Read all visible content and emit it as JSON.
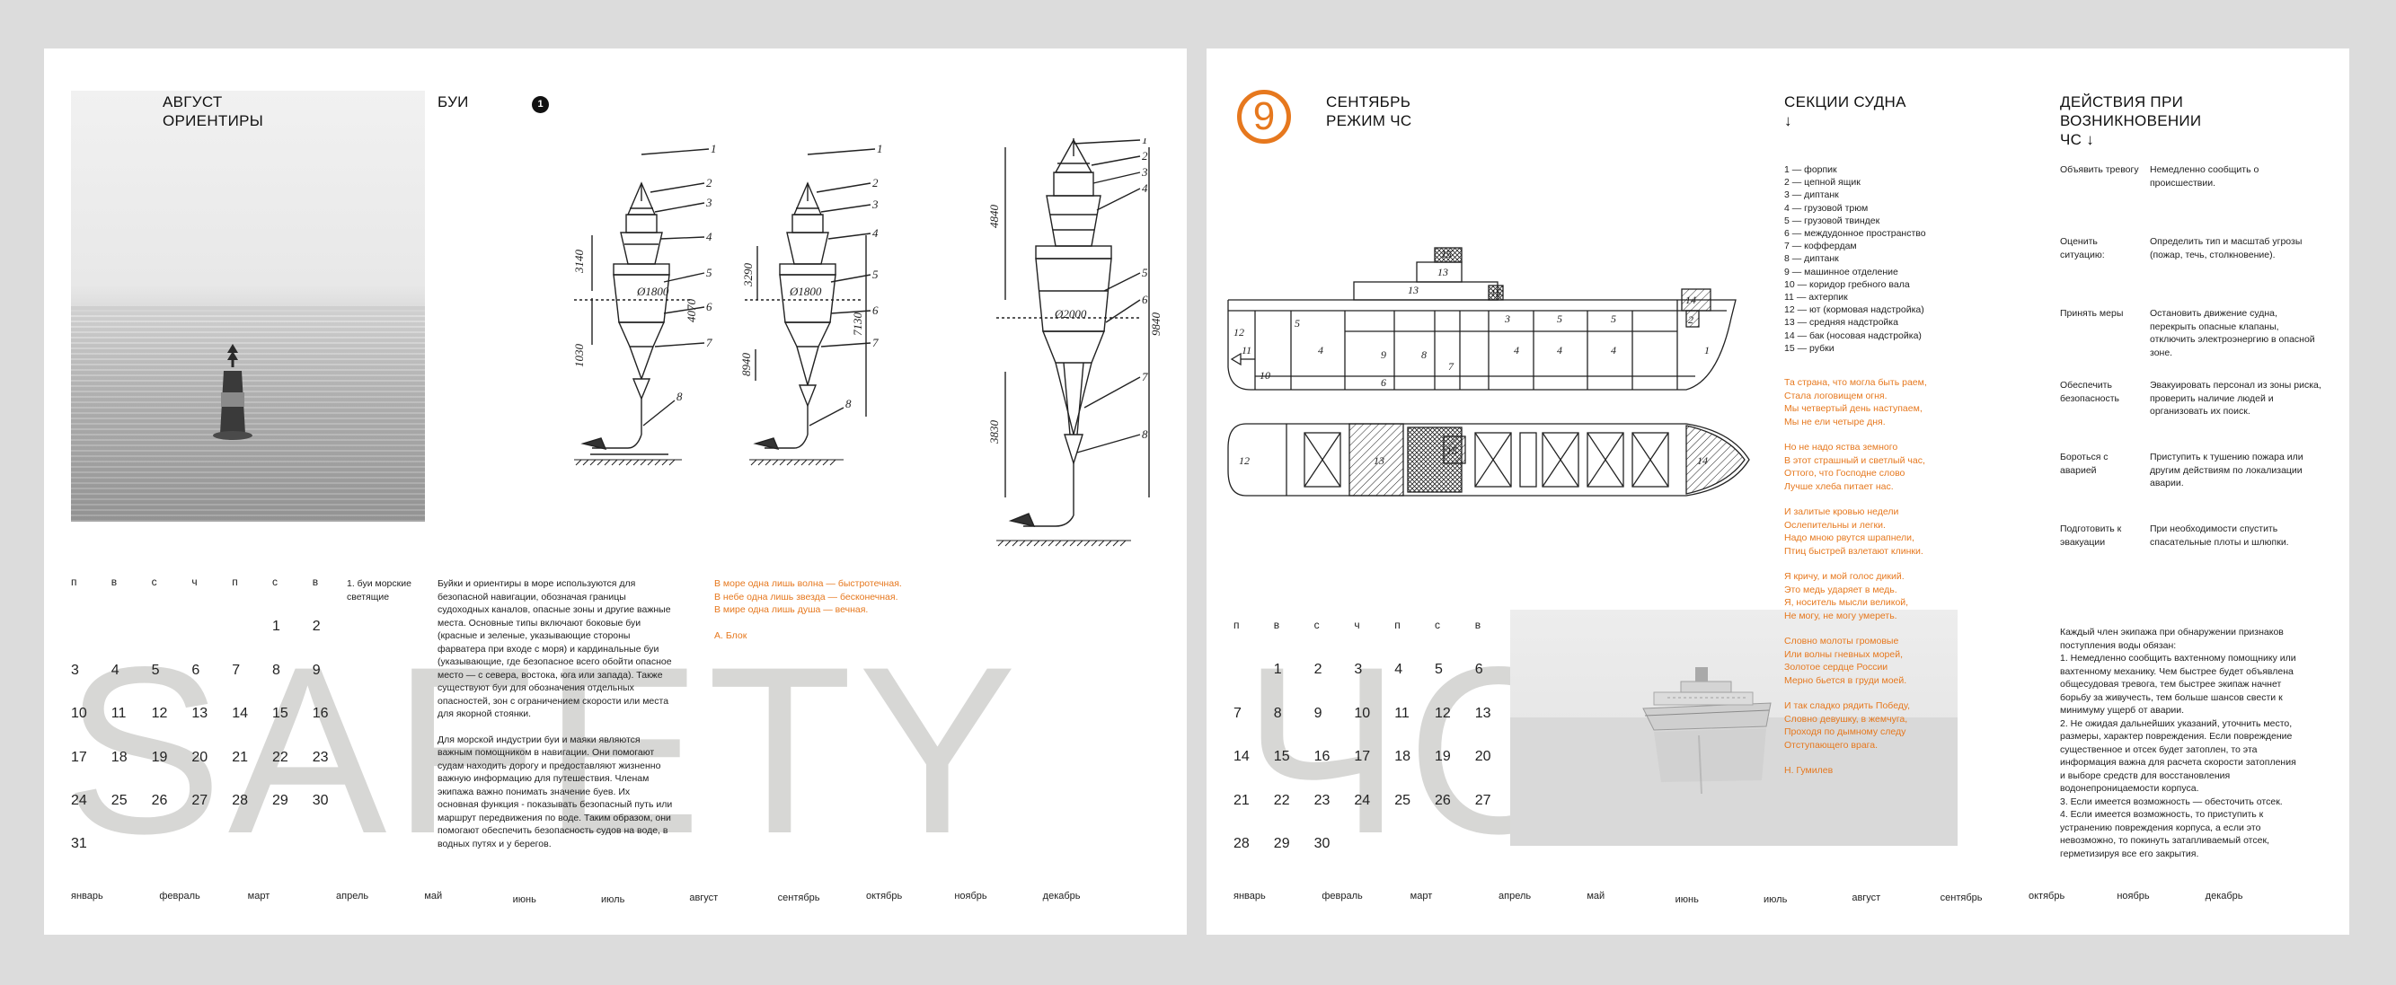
{
  "left": {
    "title_line1": "АВГУСТ",
    "title_line2": "ОРИЕНТИРЫ",
    "section": "БУИ",
    "badge": "1",
    "watermark": "SAFETY",
    "caption": "1. буи морские светящие",
    "body_p1": "Буйки и ориентиры в море используются для безопасной навигации, обозначая границы судоходных каналов, опасные зоны и другие важные места. Основные типы включают боковые буи (красные и зеленые, указывающие стороны фарватера при входе с моря) и кардинальные буи (указывающие, где безопасное всего обойти опасное место — с севера, востока, юга или запада). Также существуют буи для обозначения отдельных опасностей, зон с ограничением скорости или места для якорной стоянки.",
    "body_p2": "Для морской индустрии буи и маяки являются важным помощником в навигации. Они помогают судам находить дорогу и предоставляют жизненно важную информацию для путешествия. Членам экипажа важно понимать значение буев. Их основная функция - показывать безопасный путь или маршрут передвижения по воде. Таким образом, они помогают обеспечить безопасность судов на воде, в водных путях и у берегов.",
    "quote_lines": [
      "В море одна лишь волна — быстротечная.",
      "В небе одна лишь звезда — бесконечная.",
      "В мире одна лишь душа — вечная."
    ],
    "quote_author": "А. Блок",
    "weekdays": [
      "п",
      "в",
      "с",
      "ч",
      "п",
      "с",
      "в"
    ],
    "days": [
      "",
      "",
      "",
      "",
      "",
      "1",
      "2",
      "3",
      "4",
      "5",
      "6",
      "7",
      "8",
      "9",
      "10",
      "11",
      "12",
      "13",
      "14",
      "15",
      "16",
      "17",
      "18",
      "19",
      "20",
      "21",
      "22",
      "23",
      "24",
      "25",
      "26",
      "27",
      "28",
      "29",
      "30",
      "31"
    ],
    "months": [
      "январь",
      "февраль",
      "март",
      "апрель",
      "май",
      "июнь",
      "июль",
      "август",
      "сентябрь",
      "октябрь",
      "ноябрь",
      "декабрь"
    ],
    "buoy_dims": {
      "b1": [
        "3140",
        "Ø1800",
        "4070",
        "1030"
      ],
      "b2": [
        "3290",
        "Ø1800",
        "7130",
        "8940"
      ],
      "b3": [
        "4840",
        "Ø2000",
        "9840",
        "3830"
      ],
      "labels": [
        "1",
        "2",
        "3",
        "4",
        "5",
        "6",
        "7",
        "8"
      ]
    }
  },
  "right": {
    "month_number": "9",
    "title_line1": "СЕНТЯБРЬ",
    "title_line2": "РЕЖИМ ЧС",
    "watermark": "ЧС",
    "sections_title_line1": "СЕКЦИИ СУДНА",
    "sections_title_line2": "↓",
    "actions_title_line1": "ДЕЙСТВИЯ ПРИ",
    "actions_title_line2": "ВОЗНИКНОВЕНИИ",
    "actions_title_line3": "ЧС ↓",
    "ship_sections": [
      "1 — форпик",
      "2 — цепной ящик",
      "3 — диптанк",
      "4 — грузовой трюм",
      "5 — грузовой твиндек",
      "6 — междудонное пространство",
      "7 — коффердам",
      "8 — диптанк",
      "9 — машинное отделение",
      "10 — коридор гребного вала",
      "11 — ахтерпик",
      "12 — ют (кормовая надстройка)",
      "13 — средняя надстройка",
      "14 — бак (носовая надстройка)",
      "15 — рубки"
    ],
    "poem": [
      [
        "Та страна, что могла быть раем,",
        "Стала логовищем огня.",
        "Мы четвертый день наступаем,",
        "Мы не ели четыре дня."
      ],
      [
        "Но не надо яства земного",
        "В этот страшный и светлый час,",
        "Оттого, что Господне слово",
        "Лучше хлеба питает нас."
      ],
      [
        "И залитые кровью недели",
        "Ослепительны и легки.",
        "Надо мною рвутся шрапнели,",
        "Птиц быстрей взлетают клинки."
      ],
      [
        "Я кричу, и мой голос дикий.",
        "Это медь ударяет в медь.",
        "Я, носитель мысли великой,",
        "Не могу, не могу умереть."
      ],
      [
        "Словно молоты громовые",
        "Или волны гневных морей,",
        "Золотое сердце России",
        "Мерно бьется в груди моей."
      ],
      [
        "И так сладко рядить Победу,",
        "Словно девушку, в жемчуга,",
        "Проходя по дымному следу",
        "Отступающего врага."
      ]
    ],
    "poem_author": "Н. Гумилев",
    "actions": [
      {
        "k": "Объявить тревогу",
        "v": "Немедленно сообщить о происшествии."
      },
      {
        "k": "Оценить ситуацию:",
        "v": "Определить тип и масштаб угрозы (пожар, течь, столкновение)."
      },
      {
        "k": "Принять меры",
        "v": "Остановить движение судна, перекрыть опасные клапаны, отключить электроэнергию в опасной зоне."
      },
      {
        "k": "Обеспечить безопасность",
        "v": "Эвакуировать персонал из зоны риска, проверить наличие людей и организовать их поиск."
      },
      {
        "k": "Бороться с аварией",
        "v": "Приступить к тушению пожара или другим действиям по локализации аварии."
      },
      {
        "k": "Подготовить к эвакуации",
        "v": "При необходимости спустить спасательные плоты и шлюпки."
      }
    ],
    "water_text": "Каждый член экипажа при обнаружении признаков поступления воды обязан:\n1. Немедленно сообщить вахтенному помощнику или вахтенному механику. Чем быстрее будет объявлена общесудовая тревога, тем быстрее экипаж начнет борьбу за живучесть, тем больше шансов свести к минимуму ущерб от аварии.\n2. Не ожидая дальнейших указаний, уточнить место, размеры, характер повреждения. Если повреждение существенное и отсек будет затоплен, то эта информация важна для расчета скорости затопления и выборе средств для восстановления водонепроницаемости корпуса.\n3. Если имеется возможность — обесточить отсек.\n4. Если имеется возможность, то приступить к устранению повреждения корпуса, а если это невозможно, то покинуть затапливаемый отсек, герметизируя все его закрытия.",
    "weekdays": [
      "п",
      "в",
      "с",
      "ч",
      "п",
      "с",
      "в"
    ],
    "days": [
      "",
      "1",
      "2",
      "3",
      "4",
      "5",
      "6",
      "7",
      "8",
      "9",
      "10",
      "11",
      "12",
      "13",
      "14",
      "15",
      "16",
      "17",
      "18",
      "19",
      "20",
      "21",
      "22",
      "23",
      "24",
      "25",
      "26",
      "27",
      "28",
      "29",
      "30"
    ],
    "months": [
      "январь",
      "февраль",
      "март",
      "апрель",
      "май",
      "июнь",
      "июль",
      "август",
      "сентябрь",
      "октябрь",
      "ноябрь",
      "декабрь"
    ],
    "plan_labels": [
      "1",
      "2",
      "3",
      "4",
      "5",
      "6",
      "7",
      "8",
      "9",
      "10",
      "11",
      "12",
      "13",
      "14",
      "15"
    ]
  },
  "colors": {
    "accent": "#e6781e",
    "watermark": "#d7d7d5",
    "background": "#dcdcdc"
  }
}
